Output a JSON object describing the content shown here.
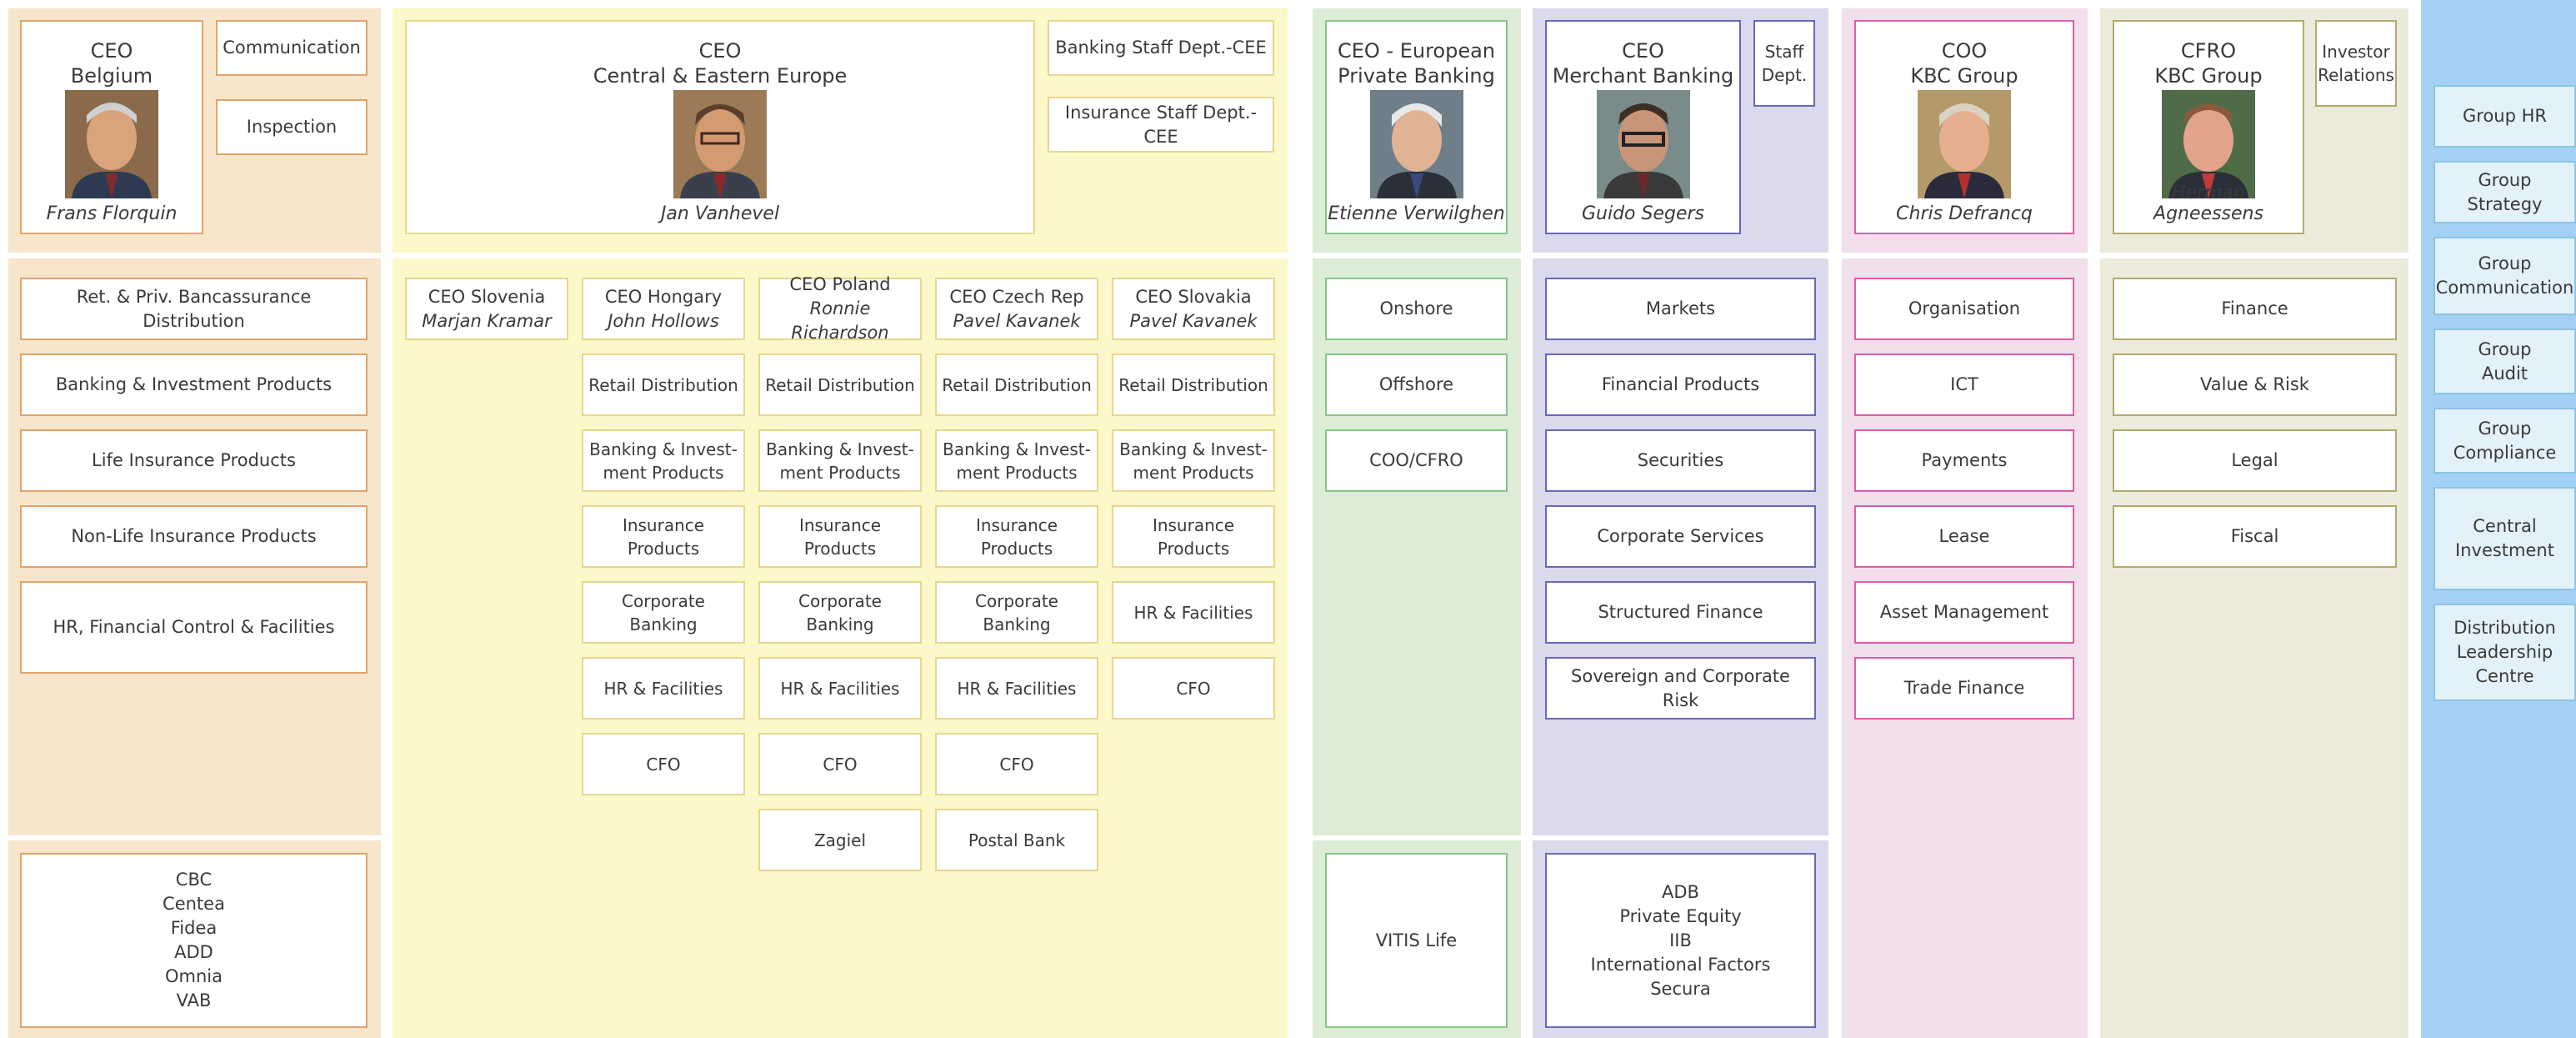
{
  "colors": {
    "belgium_bg": "#f7e6cb",
    "cee_bg": "#fdf8c9",
    "private_banking_bg": "#dcecd7",
    "merchant_bg": "#dbd9ec",
    "coo_bg": "#f2dfec",
    "cfro_bg": "#ebeadb",
    "group_bg": "#a2d1f4"
  },
  "belgium": {
    "ceo_title": "CEO\nBelgium",
    "ceo_name": "Frans Florquin",
    "staff": [
      "Communication",
      "Inspection"
    ],
    "departments": [
      "Ret. & Priv. Bancassurance Distribution",
      "Banking & Investment Products",
      "Life Insurance Products",
      "Non-Life Insurance Products",
      "HR, Financial Control & Facilities"
    ],
    "subsidiaries": "CBC\nCentea\nFidea\nADD\nOmnia\nVAB"
  },
  "cee": {
    "ceo_title": "CEO\nCentral & Eastern Europe",
    "ceo_name": "Jan Vanhevel",
    "staff": [
      "Banking Staff Dept.-CEE",
      "Insurance Staff Dept.-CEE"
    ],
    "countries": [
      {
        "title": "CEO Slovenia",
        "name": "Marjan Kramar",
        "units": []
      },
      {
        "title": "CEO Hongary",
        "name": "John Hollows",
        "units": [
          "Retail Distribution",
          "Banking & Invest-\nment Products",
          "Insurance Products",
          "Corporate\nBanking",
          "HR & Facilities",
          "CFO"
        ]
      },
      {
        "title": "CEO Poland",
        "name": "Ronnie Richardson",
        "units": [
          "Retail Distribution",
          "Banking & Invest-\nment Products",
          "Insurance Products",
          "Corporate\nBanking",
          "HR & Facilities",
          "CFO",
          "Zagiel"
        ]
      },
      {
        "title": "CEO Czech Rep",
        "name": "Pavel Kavanek",
        "units": [
          "Retail Distribution",
          "Banking & Invest-\nment Products",
          "Insurance Products",
          "Corporate\nBanking",
          "HR & Facilities",
          "CFO",
          "Postal Bank"
        ]
      },
      {
        "title": "CEO Slovakia",
        "name": "Pavel Kavanek",
        "units": [
          "Retail Distribution",
          "Banking & Invest-\nment Products",
          "Insurance Products",
          "HR & Facilities",
          "CFO"
        ]
      }
    ]
  },
  "private_banking": {
    "ceo_title": "CEO - European\nPrivate Banking",
    "ceo_name": "Etienne Verwilghen",
    "departments": [
      "Onshore",
      "Offshore",
      "COO/CFRO"
    ],
    "subsidiaries": "VITIS Life"
  },
  "merchant": {
    "ceo_title": "CEO\nMerchant Banking",
    "ceo_name": "Guido Segers",
    "staff": "Staff\nDept.",
    "departments": [
      "Markets",
      "Financial Products",
      "Securities",
      "Corporate Services",
      "Structured Finance",
      "Sovereign and Corporate Risk"
    ],
    "subsidiaries": "ADB\nPrivate Equity\nIIB\nInternational Factors\nSecura"
  },
  "coo": {
    "ceo_title": "COO\nKBC Group",
    "ceo_name": "Chris Defrancq",
    "departments": [
      "Organisation",
      "ICT",
      "Payments",
      "Lease",
      "Asset Management",
      "Trade Finance"
    ]
  },
  "cfro": {
    "ceo_title": "CFRO\nKBC Group",
    "ceo_name": "Herman Agneessens",
    "staff": "Investor\nRelations",
    "departments": [
      "Finance",
      "Value & Risk",
      "Legal",
      "Fiscal"
    ]
  },
  "group": {
    "items": [
      "Group HR",
      "Group Strategy",
      "Group\nCommunication",
      "Group\nAudit",
      "Group\nCompliance",
      "Central\nInvestment",
      "Distribution\nLeadership\nCentre"
    ]
  }
}
